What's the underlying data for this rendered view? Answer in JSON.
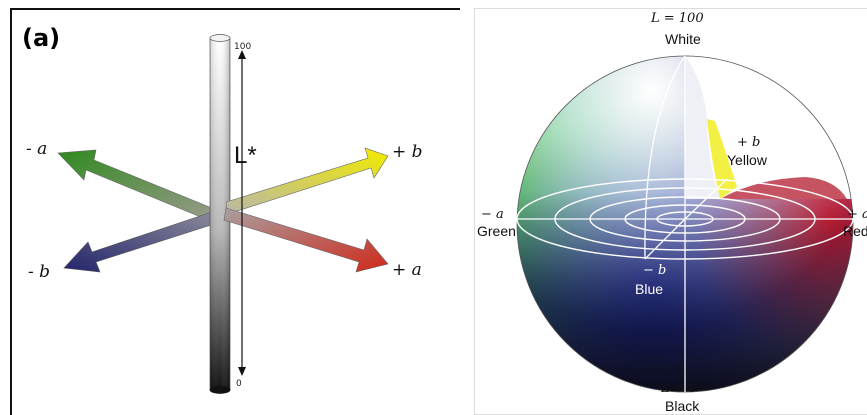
{
  "panel_a": {
    "panel_label": "(a)",
    "axis_l_label": "L*",
    "tick_top": "100",
    "tick_bottom": "0",
    "minus_a": "- a",
    "plus_a": "+ a",
    "minus_b": "- b",
    "plus_b": "+ b",
    "colors": {
      "minus_a": "#2f8a1f",
      "plus_a": "#cc2a1a",
      "minus_b": "#23246b",
      "plus_b": "#e8e000"
    }
  },
  "panel_b": {
    "top_l": "L = 100",
    "top_name": "White",
    "bottom_l": "L = 0",
    "bottom_name": "Black",
    "minus_a": "− a",
    "minus_a_name": "Green",
    "plus_a": "+ a",
    "plus_a_name": "Red",
    "plus_b": "+ b",
    "plus_b_name": "Yellow",
    "minus_b": "− b",
    "minus_b_name": "Blue"
  }
}
